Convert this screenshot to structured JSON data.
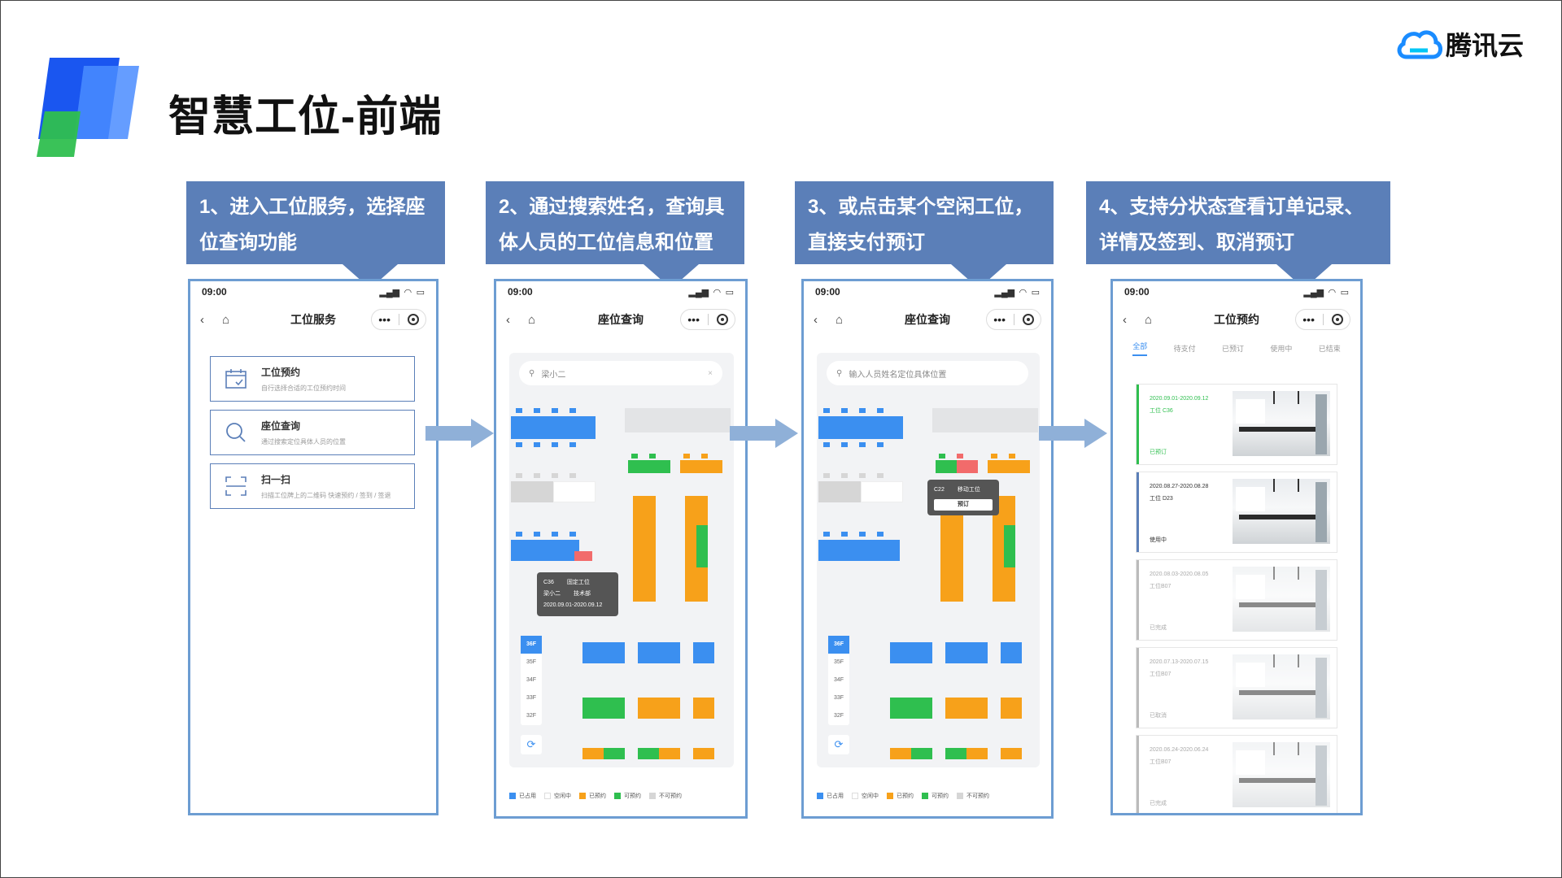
{
  "slide": {
    "title": "智慧工位-前端",
    "brand": "腾讯云"
  },
  "steps": [
    {
      "text": "1、进入工位服务，选择座位查询功能"
    },
    {
      "text": "2、通过搜索姓名，查询具体人员的工位信息和位置"
    },
    {
      "text": "3、或点击某个空闲工位，直接支付预订"
    },
    {
      "text": "4、支持分状态查看订单记录、详情及签到、取消预订"
    }
  ],
  "phone1": {
    "time": "09:00",
    "title": "工位服务",
    "services": [
      {
        "title": "工位预约",
        "desc": "自行选择合适的工位预约时间",
        "icon": "calendar-icon"
      },
      {
        "title": "座位查询",
        "desc": "通过搜索定位具体人员的位置",
        "icon": "search-icon"
      },
      {
        "title": "扫一扫",
        "desc": "扫描工位牌上的二维码 快速预约 / 签到 / 签退",
        "icon": "scan-icon"
      }
    ]
  },
  "phone2": {
    "time": "09:00",
    "title": "座位查询",
    "search_value": "梁小二",
    "clear": "×",
    "tooltip": {
      "seat": "C36",
      "type": "固定工位",
      "name": "梁小二",
      "dept": "技术部",
      "period": "2020.09.01-2020.09.12"
    }
  },
  "phone3": {
    "time": "09:00",
    "title": "座位查询",
    "search_placeholder": "输入人员姓名定位具体位置",
    "tooltip": {
      "seat": "C22",
      "type": "移动工位",
      "book": "预订"
    }
  },
  "floors": [
    "36F",
    "35F",
    "34F",
    "33F",
    "32F"
  ],
  "refresh_icon": "⟳",
  "legend": [
    {
      "label": "已占用",
      "color": "#3b8ff0"
    },
    {
      "label": "空闲中",
      "color": "#ffffff"
    },
    {
      "label": "已预约",
      "color": "#f7a11a"
    },
    {
      "label": "可预约",
      "color": "#2fbf4f"
    },
    {
      "label": "不可预约",
      "color": "#d6d6d6"
    }
  ],
  "phone4": {
    "time": "09:00",
    "title": "工位预约",
    "tabs": [
      "全部",
      "待支付",
      "已预订",
      "使用中",
      "已结束"
    ],
    "orders": [
      {
        "date": "2020.09.01-2020.09.12",
        "seat": "工位 C36",
        "status": "已预订",
        "bar": "#2fbf4f",
        "text_color": "#2fbf4f"
      },
      {
        "date": "2020.08.27-2020.08.28",
        "seat": "工位 D23",
        "status": "使用中",
        "bar": "#5b7fb8",
        "text_color": "#333333"
      },
      {
        "date": "2020.08.03-2020.08.05",
        "seat": "工位B07",
        "status": "已完成",
        "bar": "#bbbbbb",
        "text_color": "#aaaaaa"
      },
      {
        "date": "2020.07.13-2020.07.15",
        "seat": "工位B07",
        "status": "已取消",
        "bar": "#bbbbbb",
        "text_color": "#aaaaaa"
      },
      {
        "date": "2020.06.24-2020.06.24",
        "seat": "工位B07",
        "status": "已完成",
        "bar": "#bbbbbb",
        "text_color": "#aaaaaa"
      }
    ]
  },
  "colors": {
    "callout": "#5b7fb8",
    "phone_border": "#6d9dd2",
    "occupied": "#3b8ff0",
    "reserved": "#f7a11a",
    "available": "#2fbf4f",
    "unavailable": "#d6d6d6",
    "selected": "#f26b6b"
  }
}
